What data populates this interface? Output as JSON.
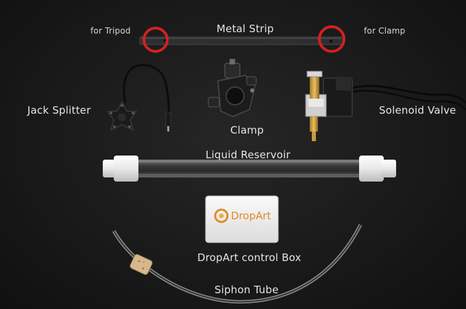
{
  "labels": {
    "metal_strip": "Metal Strip",
    "for_tripod": "for Tripod",
    "for_clamp": "for Clamp",
    "jack_splitter": "Jack Splitter",
    "clamp": "Clamp",
    "solenoid_valve": "Solenoid Valve",
    "liquid_reservoir": "Liquid Reservoir",
    "control_box": "DropArt control Box",
    "siphon_tube": "Siphon Tube"
  },
  "box_logo": "DropArt",
  "colors": {
    "highlight_ring": "#d42020",
    "logo_orange": "#e08a2a",
    "label_text": "#e6e6e6"
  }
}
